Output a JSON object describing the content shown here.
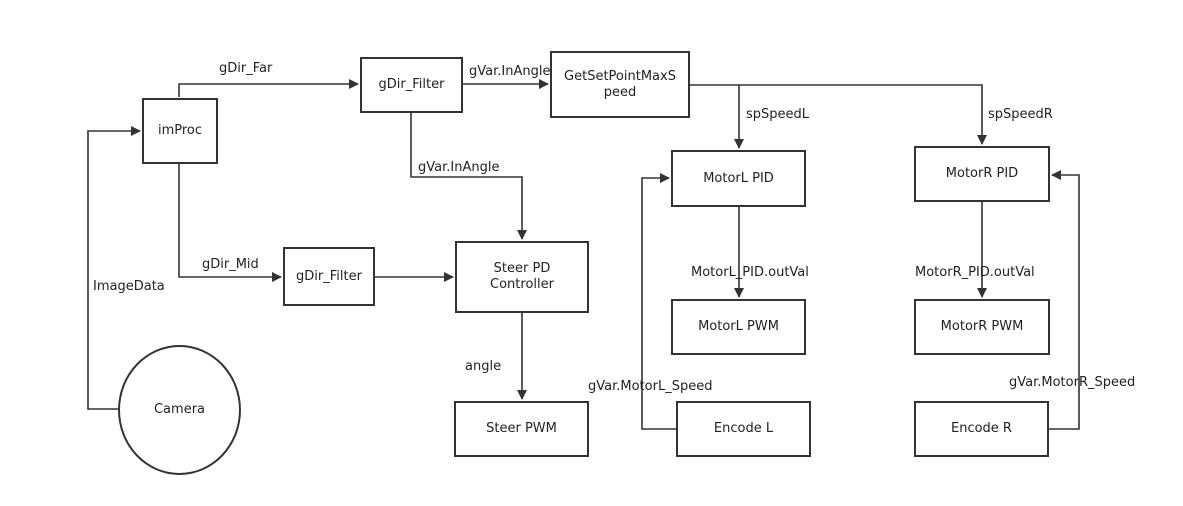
{
  "nodes": {
    "improc": "imProc",
    "filter_top": "gDir_Filter",
    "getsetpoint": "GetSetPointMaxS\npeed",
    "motorl_pid": "MotorL PID",
    "motorr_pid": "MotorR PID",
    "filter_bottom": "gDir_Filter",
    "steer_pd": "Steer PD\nController",
    "motorl_pwm": "MotorL PWM",
    "motorr_pwm": "MotorR PWM",
    "camera": "Camera",
    "steer_pwm": "Steer PWM",
    "encode_l": "Encode L",
    "encode_r": "Encode R"
  },
  "edge_labels": {
    "gdir_far": "gDir_Far",
    "ginangle_top": "gVar.InAngle",
    "spspeedl": "spSpeedL",
    "spspeedr": "spSpeedR",
    "ginangle_mid": "gVar.InAngle",
    "gdir_mid": "gDir_Mid",
    "imagedata": "ImageData",
    "motorl_outval": "MotorL_PID.outVal",
    "motorr_outval": "MotorR_PID.outVal",
    "angle": "angle",
    "motorl_speed": "gVar.MotorL_Speed",
    "motorr_speed": "gVar.MotorR_Speed"
  }
}
